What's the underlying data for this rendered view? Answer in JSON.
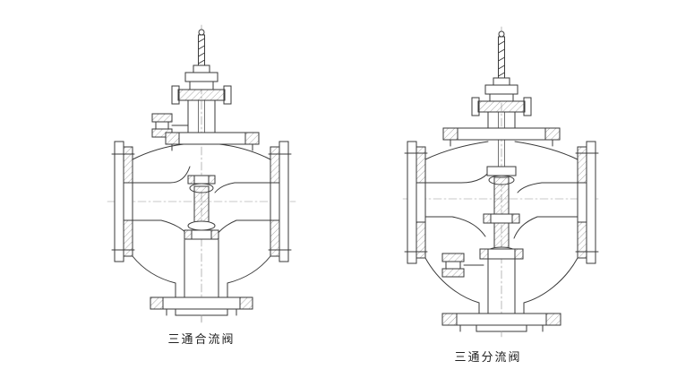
{
  "page": {
    "background_color": "#ffffff",
    "line_color": "#3a3a3a",
    "centerline_color": "#9a9a9a"
  },
  "figures": [
    {
      "id": "merging-valve",
      "type": "technical-cross-section",
      "caption": "三通合流阀"
    },
    {
      "id": "diverting-valve",
      "type": "technical-cross-section",
      "caption": "三通分流阀"
    }
  ]
}
